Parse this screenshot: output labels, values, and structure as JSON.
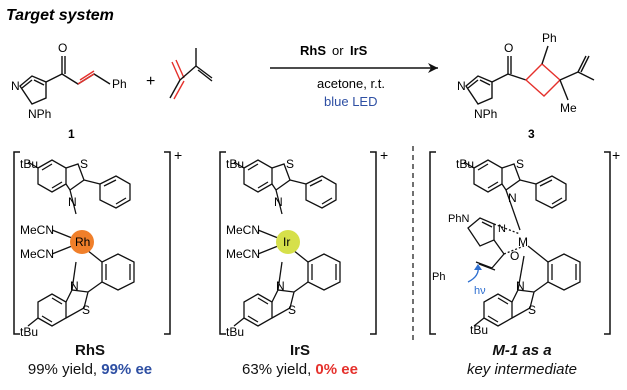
{
  "title": "Target system",
  "scheme": {
    "catalyst_a": "RhS",
    "or": "or",
    "catalyst_b": "IrS",
    "solvent": "acetone, r.t.",
    "light": "blue LED",
    "substrate_label": "1",
    "product_label": "3",
    "plus": "+",
    "substituent_ph": "Ph",
    "substituent_nph": "NPh",
    "substituent_n": "N",
    "substituent_o": "O",
    "substituent_me": "Me"
  },
  "complexes": [
    {
      "id": "rhs",
      "metal": "Rh",
      "metal_color": "#f07f2a",
      "ligands": [
        "tBu",
        "S",
        "N",
        "MeCN",
        "MeCN",
        "N",
        "S",
        "tBu"
      ],
      "charge": "+",
      "name": "RhS",
      "yield": "99% yield, ",
      "ee": "99% ee",
      "ee_color": "#2e4fa3"
    },
    {
      "id": "irs",
      "metal": "Ir",
      "metal_color": "#d6e04a",
      "ligands": [
        "tBu",
        "S",
        "N",
        "MeCN",
        "MeCN",
        "N",
        "S",
        "tBu"
      ],
      "charge": "+",
      "name": "IrS",
      "yield": "63% yield, ",
      "ee": "0% ee",
      "ee_color": "#e5312c"
    },
    {
      "id": "m1",
      "metal": "M",
      "ligands": [
        "tBu",
        "S",
        "N",
        "PhN",
        "N",
        "O",
        "Ph",
        "hν",
        "N",
        "S",
        "tBu"
      ],
      "charge": "+",
      "name_line1": "M-1 as a",
      "name_line2": "key intermediate"
    }
  ],
  "colors": {
    "alkene_red": "#e5312c",
    "arrow_blue": "#2e6fd0",
    "text_blue": "#2e4fa3"
  }
}
